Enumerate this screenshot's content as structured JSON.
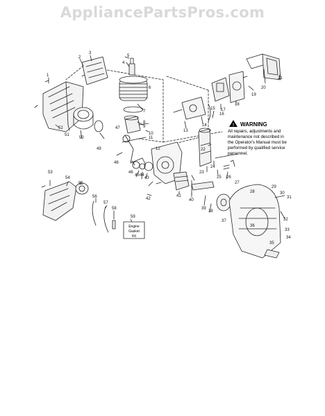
{
  "watermark": "AppliancePartsPros.com",
  "warning": {
    "title": "WARNING",
    "lines": [
      "All repairs, adjustments and",
      "maintenance not described in",
      "the Operator's Manual must be",
      "performed by qualified service",
      "personnel."
    ]
  },
  "kit_label": [
    "Engine",
    "Gasket",
    "Kit"
  ],
  "part_numbers": [
    "1",
    "2",
    "3",
    "4",
    "5",
    "6",
    "7",
    "8",
    "9",
    "10",
    "11",
    "12",
    "13",
    "14",
    "15",
    "16",
    "17",
    "18",
    "19",
    "20",
    "21",
    "22",
    "23",
    "24",
    "25",
    "26",
    "27",
    "28",
    "29",
    "30",
    "31",
    "32",
    "33",
    "34",
    "35",
    "36",
    "37",
    "38",
    "39",
    "40",
    "41",
    "42",
    "43",
    "44",
    "45",
    "46",
    "47",
    "48",
    "49",
    "50",
    "51",
    "52",
    "53",
    "54",
    "55",
    "56",
    "57",
    "58",
    "59"
  ]
}
